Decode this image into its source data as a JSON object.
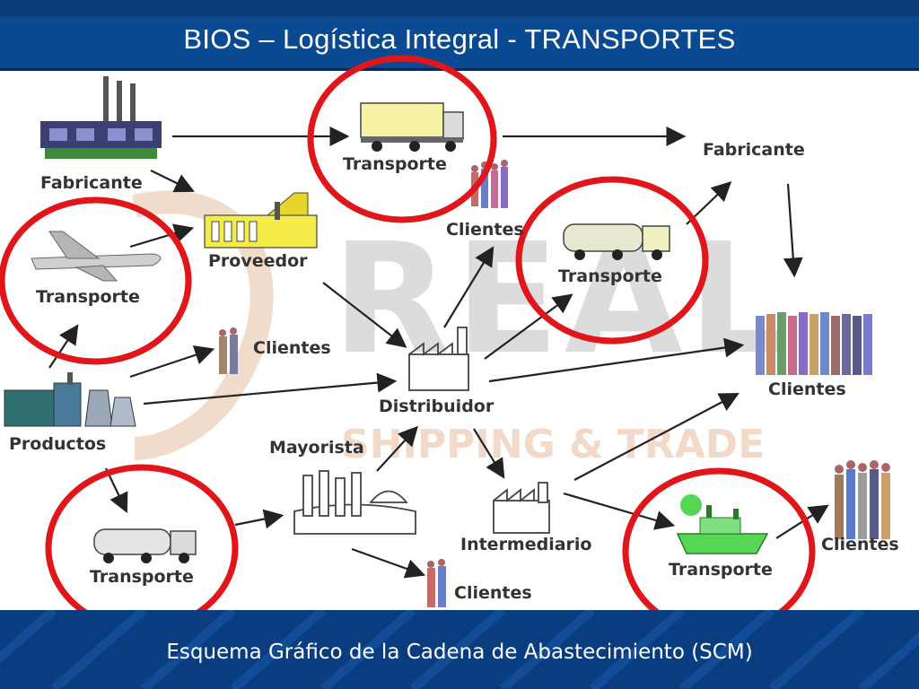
{
  "header": {
    "title": "BIOS – Logística Integral - TRANSPORTES"
  },
  "footer": {
    "caption": "Esquema Gráfico de la Cadena de Abastecimiento (SCM)"
  },
  "watermark": {
    "brand": "REAL",
    "tagline": "SHIPPING & TRADE"
  },
  "nodes": {
    "fabricante_left": "Fabricante",
    "transporte_top": "Transporte",
    "fabricante_right": "Fabricante",
    "proveedor": "Proveedor",
    "clientes_top": "Clientes",
    "transporte_right": "Transporte",
    "transporte_plane": "Transporte",
    "clientes_left": "Clientes",
    "distribuidor": "Distribuidor",
    "clientes_right": "Clientes",
    "productos": "Productos",
    "mayorista": "Mayorista",
    "transporte_bottom_left": "Transporte",
    "intermediario": "Intermediario",
    "clientes_bottom": "Clientes",
    "transporte_ship": "Transporte",
    "clientes_bottom_right": "Clientes"
  },
  "colors": {
    "header_bg": "#0a4a92",
    "footer_bg": "#0a3d80",
    "highlight_circle": "#e0161b",
    "truck_yellow": "#f6f3a4",
    "ship_green": "#55d655"
  }
}
